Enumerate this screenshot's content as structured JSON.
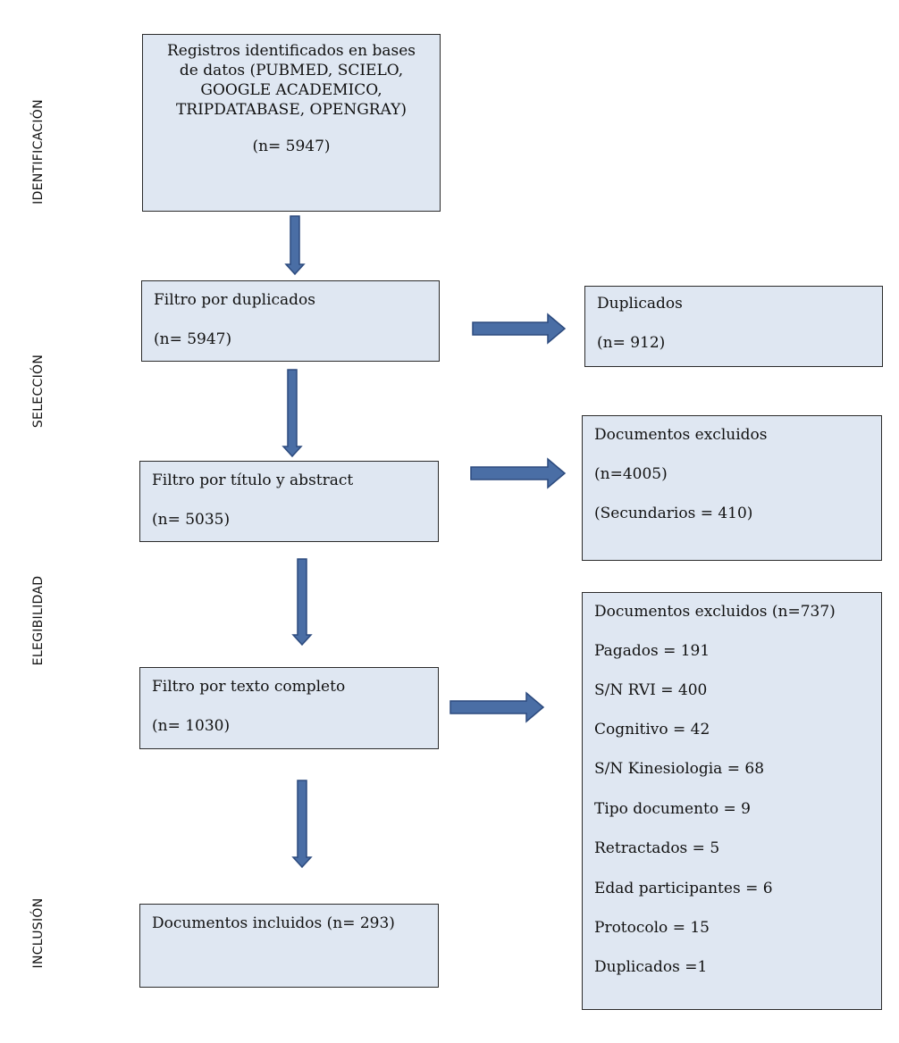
{
  "stages": {
    "identificacion": "IDENTIFICACIÓN",
    "seleccion": "SELECCIÓN",
    "elegibilidad": "ELEGIBILIDAD",
    "inclusion": "INCLUSIÓN"
  },
  "main_flow": {
    "registros": {
      "lines": [
        "Registros  identificados  en bases",
        "de datos  (PUBMED, SCIELO,",
        "GOOGLE ACADEMICO,",
        "TRIPDATABASE,  OPENGRAY)"
      ],
      "count": "(n= 5947)"
    },
    "duplicados_filter": {
      "title": "Filtro por duplicados",
      "count": "(n= 5947)"
    },
    "titulo_filter": {
      "title": "Filtro  por título y abstract",
      "count": "(n= 5035)"
    },
    "texto_filter": {
      "title": "Filtro por texto  completo",
      "count": "(n= 1030)"
    },
    "incluidos": {
      "title": "Documentos  incluidos (n= 293)"
    }
  },
  "side_flow": {
    "duplicados": {
      "title": "Duplicados",
      "count": "(n= 912)"
    },
    "excluidos_1": {
      "title": "Documentos  excluidos",
      "count": "(n=4005)",
      "note": "(Secundarios = 410)"
    },
    "excluidos_2": {
      "title": "Documentos  excluidos (n=737)",
      "items": [
        "Pagados = 191",
        "S/N RVI = 400",
        "Cognitivo = 42",
        "S/N Kinesiologia = 68",
        "Tipo documento = 9",
        "Retractados  = 5",
        "Edad participantes = 6",
        "Protocolo  = 15",
        "Duplicados =1"
      ]
    }
  },
  "colors": {
    "box_fill": "#dfe7f2",
    "arrow_fill": "#4a6ea5",
    "arrow_stroke": "#2c4a7e"
  }
}
